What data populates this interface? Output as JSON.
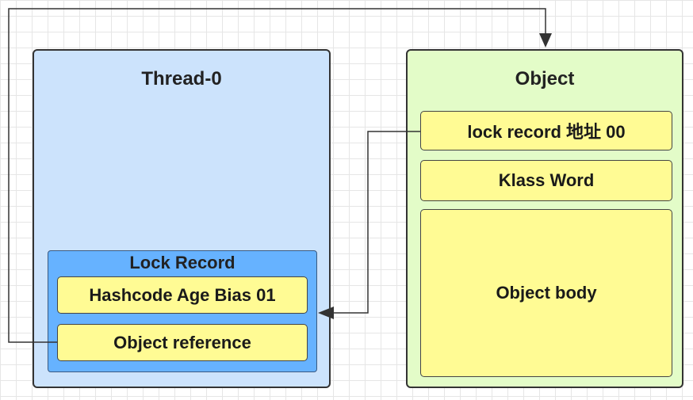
{
  "colors": {
    "thread_fill": "#cce3fc",
    "object_fill": "#e3fcc8",
    "lock_record_fill": "#66b2ff",
    "field_fill": "#fffb94"
  },
  "thread": {
    "title": "Thread-0",
    "lock_record": {
      "title": "Lock Record",
      "hashcode_field": "Hashcode Age Bias 01",
      "object_reference_field": "Object reference"
    }
  },
  "object": {
    "title": "Object",
    "mark_word_field": "lock  record 地址 00",
    "klass_word_field": "Klass Word",
    "body_field": "Object body"
  }
}
